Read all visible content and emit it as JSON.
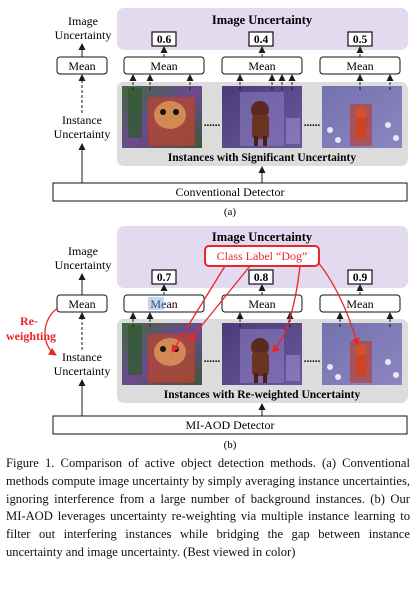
{
  "panel_a": {
    "image_uncertainty_title": "Image Uncertainty",
    "left_image_label": [
      "Image",
      "Uncertainty"
    ],
    "left_instance_label": [
      "Instance",
      "Uncertainty"
    ],
    "left_mean": "Mean",
    "scores": [
      "0.6",
      "0.4",
      "0.5"
    ],
    "mean_labels": [
      "Mean",
      "Mean",
      "Mean"
    ],
    "ellipsis": [
      "......",
      "......"
    ],
    "instances_caption": "Instances with Significant Uncertainty",
    "detector": "Conventional Detector",
    "sublabel": "(a)"
  },
  "panel_b": {
    "image_uncertainty_title": "Image Uncertainty",
    "class_label": "Class Label “Dog”",
    "left_image_label": [
      "Image",
      "Uncertainty"
    ],
    "left_instance_label": [
      "Instance",
      "Uncertainty"
    ],
    "reweighting": [
      "Re-",
      "weighting"
    ],
    "left_mean": "Mean",
    "scores": [
      "0.7",
      "0.8",
      "0.9"
    ],
    "mean_labels": [
      "Mean",
      "Mean",
      "Mean"
    ],
    "ellipsis": [
      "......",
      "......"
    ],
    "instances_caption": "Instances with Re-weighted Uncertainty",
    "detector": "MI-AOD Detector",
    "sublabel": "(b)"
  },
  "caption": "Figure 1. Comparison of active object detection methods. (a) Conventional methods compute image uncertainty by simply averaging instance uncertainties, ignoring interference from a large number of background instances. (b) Our MI-AOD leverages uncertainty re-weighting via multiple instance learning to filter out interfering instances while bridging the gap between instance uncertainty and image uncertainty. (Best viewed in color)",
  "colors": {
    "lavender_panel": "#e4daf0",
    "gray_panel": "#dcdcdc",
    "highlight_red": "#e8262b",
    "arrow_dark": "#1a1a1a",
    "dog_brown": "#8a4a2a",
    "photo_purple": "#5b4a8c"
  }
}
